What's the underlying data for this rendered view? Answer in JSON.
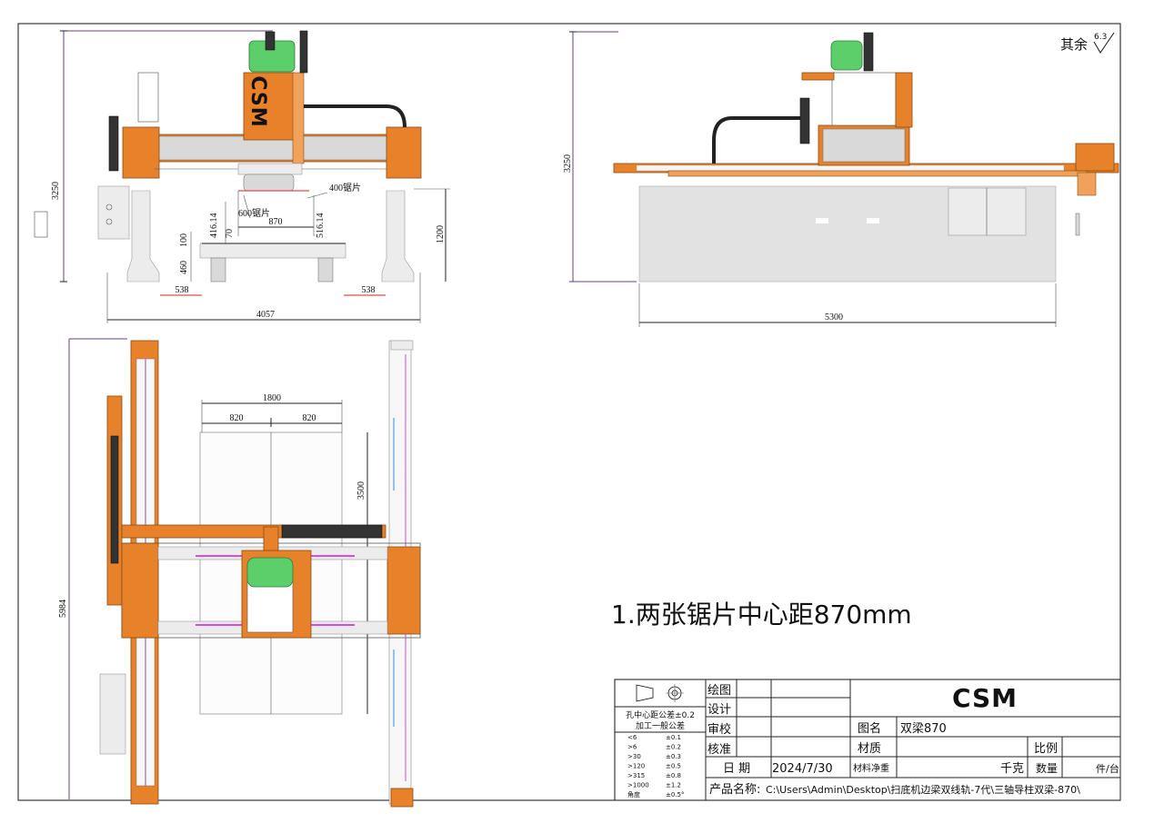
{
  "drawing": {
    "front_view": {
      "dims": {
        "height_total": "3250",
        "width_total": "4057",
        "right_height": "1200",
        "left_offset": "538",
        "right_offset": "538",
        "blade_spacing": "870",
        "blade_left": "600锯片",
        "blade_right": "400锯片",
        "h_416": "416.14",
        "h_516": "516.14",
        "h_70": "70",
        "h_100": "100",
        "h_460": "460"
      },
      "logo": "CSM"
    },
    "side_view": {
      "dims": {
        "height_total": "3250",
        "length_total": "5300"
      }
    },
    "top_view": {
      "dims": {
        "length_total": "5984",
        "width_1800": "1800",
        "half_left": "820",
        "half_right": "820",
        "table_length": "3500"
      }
    },
    "surface_note": {
      "label": "其余",
      "value": "6.3"
    },
    "technical_note": "1.两张锯片中心距870mm"
  },
  "title_block": {
    "tolerance_title": "孔中心距公差±0.2",
    "tolerance_subtitle": "加工一般公差",
    "tolerance_rows": [
      {
        "range": "<6",
        "value": "±0.1"
      },
      {
        "range": ">6",
        "value": "±0.2"
      },
      {
        "range": ">30",
        "value": "±0.3"
      },
      {
        "range": ">120",
        "value": "±0.5"
      },
      {
        "range": ">315",
        "value": "±0.8"
      },
      {
        "range": ">1000",
        "value": "±1.2"
      },
      {
        "range": "角度",
        "value": "±0.5°"
      }
    ],
    "roles": [
      "绘图",
      "设计",
      "审校",
      "核准"
    ],
    "company_logo": "CSM",
    "drawing_name_label": "图名",
    "drawing_name": "双梁870",
    "material_label": "材质",
    "scale_label": "比例",
    "date_label": "日 期",
    "date": "2024/7/30",
    "net_weight_label": "材料净重",
    "weight_unit": "千克",
    "quantity_label": "数量",
    "quantity_unit": "件/台",
    "product_label": "产品名称:",
    "product_path": "C:\\Users\\Admin\\Desktop\\扫底机边梁双线轨-7代\\三轴导柱双梁-870\\"
  }
}
